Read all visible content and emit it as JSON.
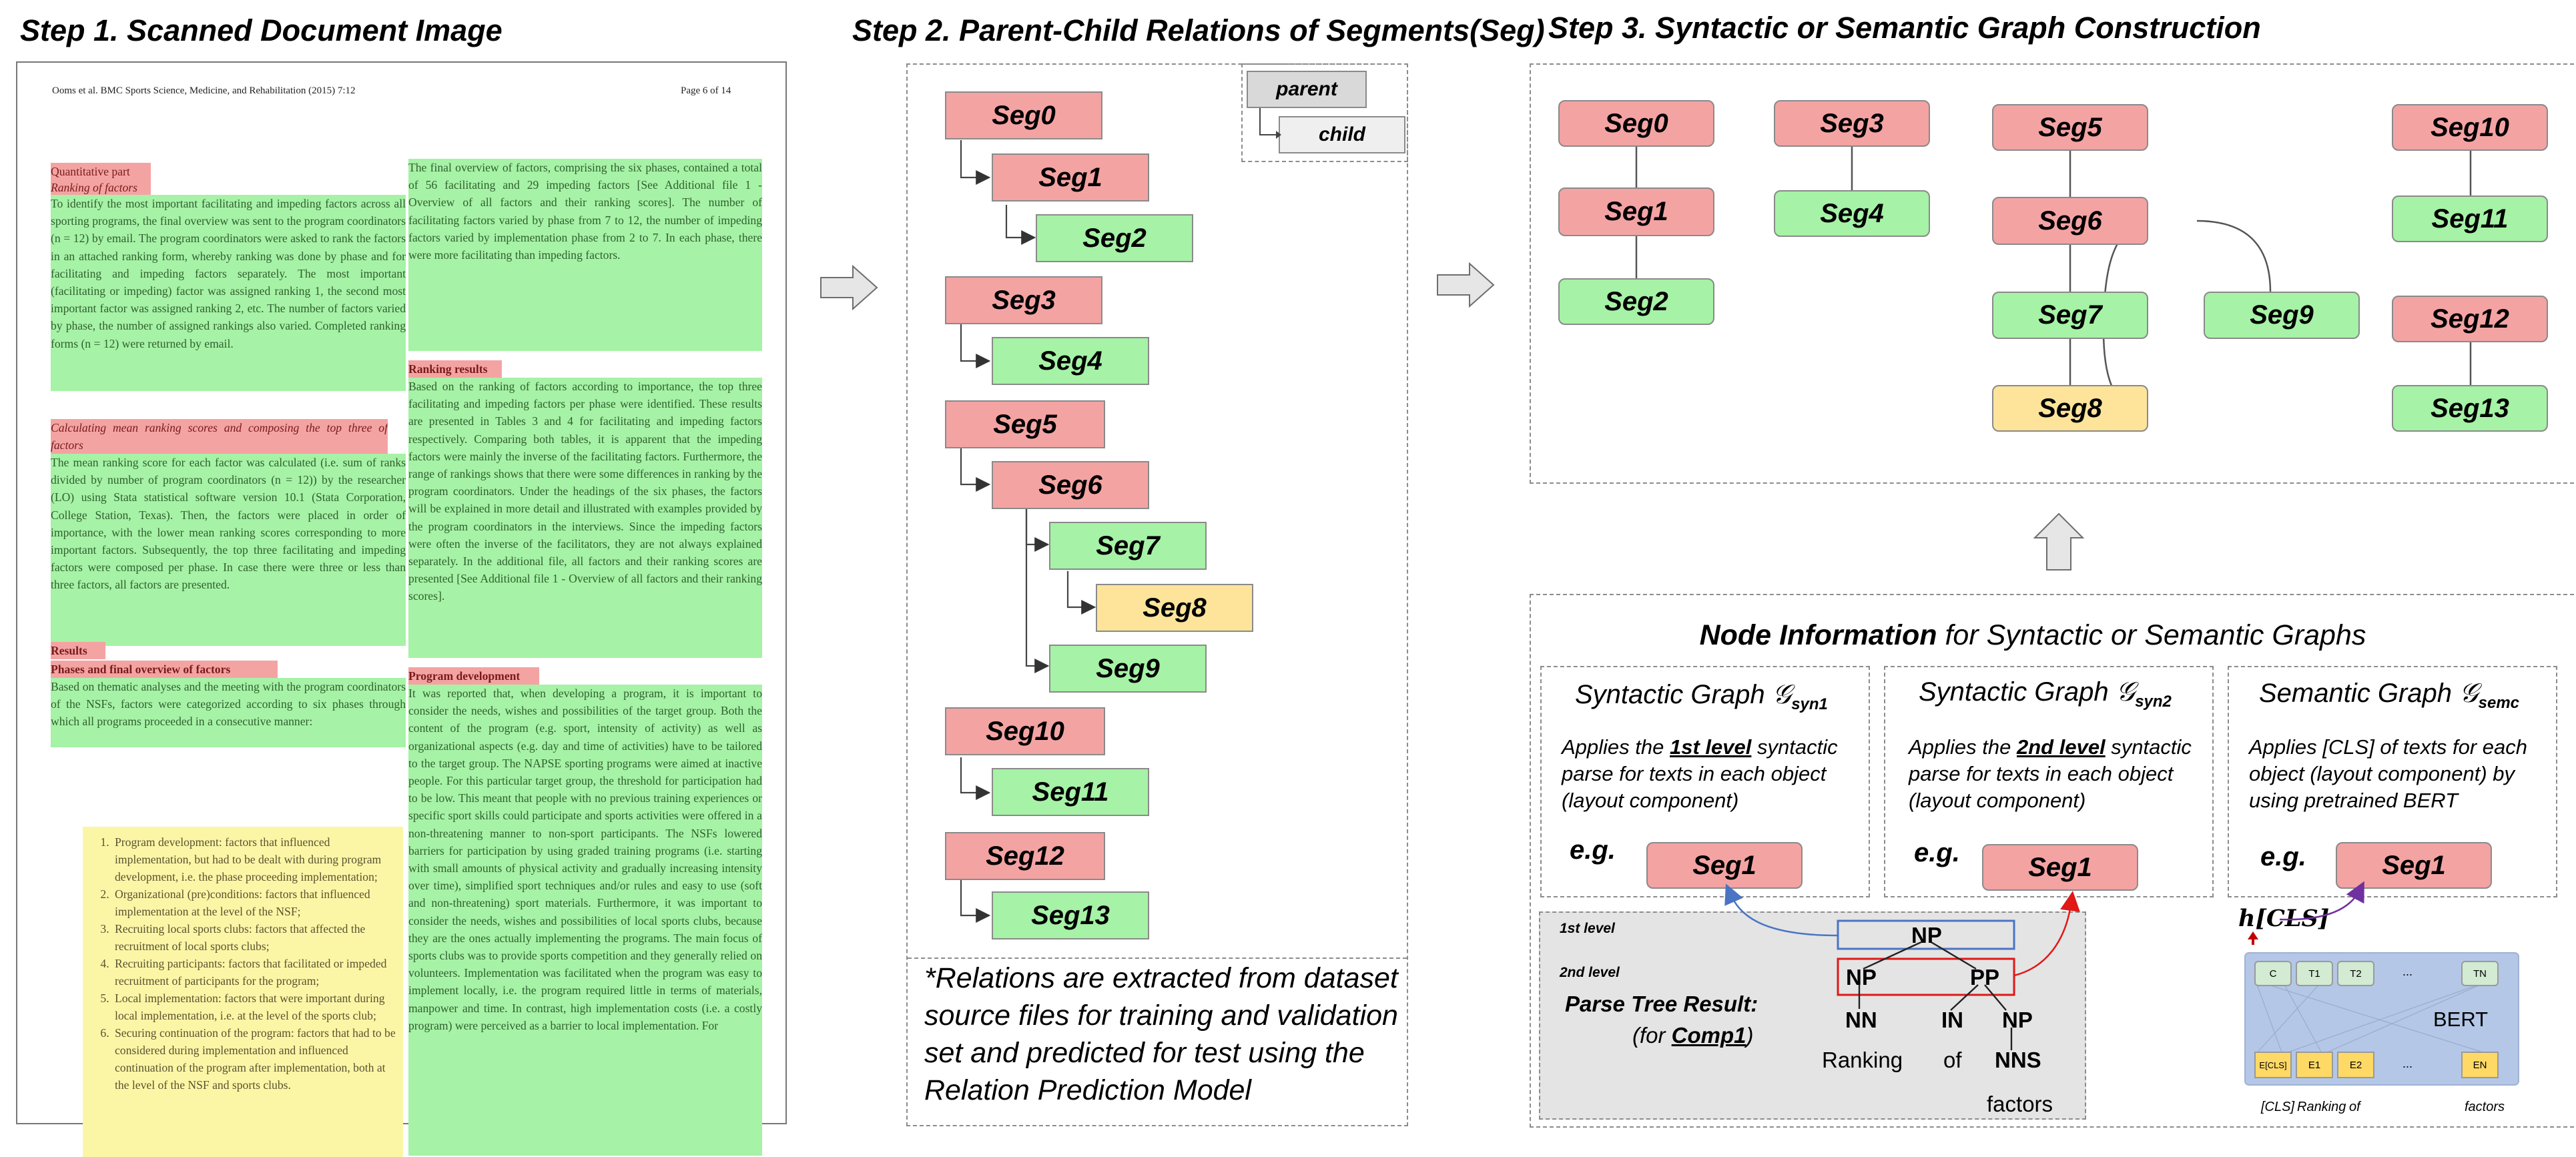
{
  "steps": {
    "step1": "Step 1. Scanned Document Image",
    "step2": "Step 2. Parent-Child Relations of Segments(Seg)",
    "step3": "Step 3. Syntactic or Semantic Graph Construction"
  },
  "document": {
    "header_left": "Ooms et al. BMC Sports Science, Medicine, and Rehabilitation (2015) 7:12",
    "header_right": "Page 6 of 14",
    "left_col": {
      "h_quant": "Quantitative part",
      "h_ranking": "Ranking of factors",
      "p_ranking": "To identify the most important facilitating and impeding factors across all sporting programs, the final overview was sent to the program coordinators (n = 12) by email. The program coordinators were asked to rank the factors in an attached ranking form, whereby ranking was done by phase and for facilitating and impeding factors separately. The most important (facilitating or impeding) factor was assigned ranking 1, the second most important factor was assigned ranking 2, etc. The number of factors varied by phase, the number of assigned rankings also varied. Completed ranking forms (n = 12) were returned by email.",
      "h_calc": "Calculating mean ranking scores and composing the top three of factors",
      "p_calc": "The mean ranking score for each factor was calculated (i.e. sum of ranks divided by number of program coordinators (n = 12)) by the researcher (LO) using Stata statistical software version 10.1 (Stata Corporation, College Station, Texas). Then, the factors were placed in order of importance, with the lower mean ranking scores corresponding to more important factors. Subsequently, the top three facilitating and impeding factors were composed per phase. In case there were three or less than three factors, all factors are presented.",
      "h_results": "Results",
      "h_phases": "Phases and final overview of factors",
      "p_phases": "Based on thematic analyses and the meeting with the program coordinators of the NSFs, factors were categorized according to six phases through which all programs proceeded in a consecutive manner:",
      "list": [
        "Program development: factors that influenced implementation, but had to be dealt with during program development, i.e. the phase proceeding implementation;",
        "Organizational (pre)conditions: factors that influenced implementation at the level of the NSF;",
        "Recruiting local sports clubs: factors that affected the recruitment of local sports clubs;",
        "Recruiting participants: factors that facilitated or impeded recruitment of participants for the program;",
        "Local implementation: factors that were important during local implementation, i.e. at the level of the sports club;",
        "Securing continuation of the program: factors that had to be considered during implementation and influenced continuation of the program after implementation, both at the level of the NSF and sports clubs."
      ]
    },
    "right_col": {
      "p_final": "The final overview of factors, comprising the six phases, contained a total of 56 facilitating and 29 impeding factors [See Additional file 1 - Overview of all factors and their ranking scores]. The number of facilitating factors varied by phase from 7 to 12, the number of impeding factors varied by implementation phase from 2 to 7. In each phase, there were more facilitating than impeding factors.",
      "h_rank_results": "Ranking results",
      "p_rank_results": "Based on the ranking of factors according to importance, the top three facilitating and impeding factors per phase were identified. These results are presented in Tables 3 and 4 for facilitating and impeding factors respectively. Comparing both tables, it is apparent that the impeding factors were mainly the inverse of the facilitating factors. Furthermore, the range of rankings shows that there were some differences in ranking by the program coordinators. Under the headings of the six phases, the factors will be explained in more detail and illustrated with examples provided by the program coordinators in the interviews. Since the impeding factors were often the inverse of the facilitators, they are not always explained separately. In the additional file, all factors and their ranking scores are presented [See Additional file 1 - Overview of all factors and their ranking scores].",
      "h_prog_dev": "Program development",
      "p_prog_dev": "It was reported that, when developing a program, it is important to consider the needs, wishes and possibilities of the target group. Both the content of the program (e.g. sport, intensity of activity) as well as organizational aspects (e.g. day and time of activities) have to be tailored to the target group. The NAPSE sporting programs were aimed at inactive people. For this particular target group, the threshold for participation had to be low. This meant that people with no previous training experiences or specific sport skills could participate and sports activities were offered in a non-threatening manner to non-sport participants. The NSFs lowered barriers for participation by using graded training programs (i.e. starting with small amounts of physical activity and gradually increasing intensity over time), simplified sport techniques and/or rules and easy to use (soft and non-threatening) sport materials. Furthermore, it was important to consider the needs, wishes and possibilities of local sports clubs, because they are the ones actually implementing the programs. The main focus of sports clubs was to provide sports competition and they generally relied on volunteers. Implementation was facilitated when the program was easy to implement locally, i.e. the program required little in terms of materials, manpower and time. In contrast, high implementation costs (i.e. a costly program) were perceived as a barrier to local implementation. For"
    }
  },
  "legend": {
    "parent": "parent",
    "child": "child"
  },
  "segments": [
    "Seg0",
    "Seg1",
    "Seg2",
    "Seg3",
    "Seg4",
    "Seg5",
    "Seg6",
    "Seg7",
    "Seg8",
    "Seg9",
    "Seg10",
    "Seg11",
    "Seg12",
    "Seg13"
  ],
  "note": "*Relations are extracted from dataset source files for training and validation set and predicted for test using the Relation Prediction Model",
  "node_info": {
    "title_bold": "Node Information",
    "title_rest": " for Syntactic or Semantic Graphs",
    "boxes": [
      {
        "title": "Syntactic Graph",
        "symbol": "𝒢",
        "sub": "syn1",
        "desc_pre": "Applies the ",
        "desc_em": "1st level",
        "desc_post": " syntactic parse for texts in each object (layout component)"
      },
      {
        "title": "Syntactic Graph",
        "symbol": "𝒢",
        "sub": "syn2",
        "desc_pre": "Applies the ",
        "desc_em": "2nd level",
        "desc_post": " syntactic parse for texts in each object (layout component)"
      },
      {
        "title": "Semantic Graph",
        "symbol": "𝒢",
        "sub": "semc",
        "desc": "Applies [CLS] of texts for each object (layout component)  by using pretrained BERT"
      }
    ],
    "eg": "e.g.",
    "seg1": "Seg1",
    "parse": {
      "title": "Parse Tree Result:",
      "for_pre": "(for ",
      "for_comp": "Comp1",
      "for_post": ")",
      "level1": "1st level",
      "level2": "2nd level",
      "np": "NP",
      "pp": "PP",
      "nn": "NN",
      "in": "IN",
      "nns": "NNS",
      "w_ranking": "Ranking",
      "w_of": "of",
      "w_factors": "factors"
    },
    "bert": {
      "h_cls": "h[CLS]",
      "label": "BERT",
      "top_tokens": [
        "C",
        "T1",
        "T2",
        "...",
        "TN"
      ],
      "bottom_tokens": [
        "E[CLS]",
        "E1",
        "E2",
        "...",
        "EN"
      ],
      "inputs": [
        "[CLS]",
        "Ranking",
        "of",
        "factors"
      ]
    }
  }
}
